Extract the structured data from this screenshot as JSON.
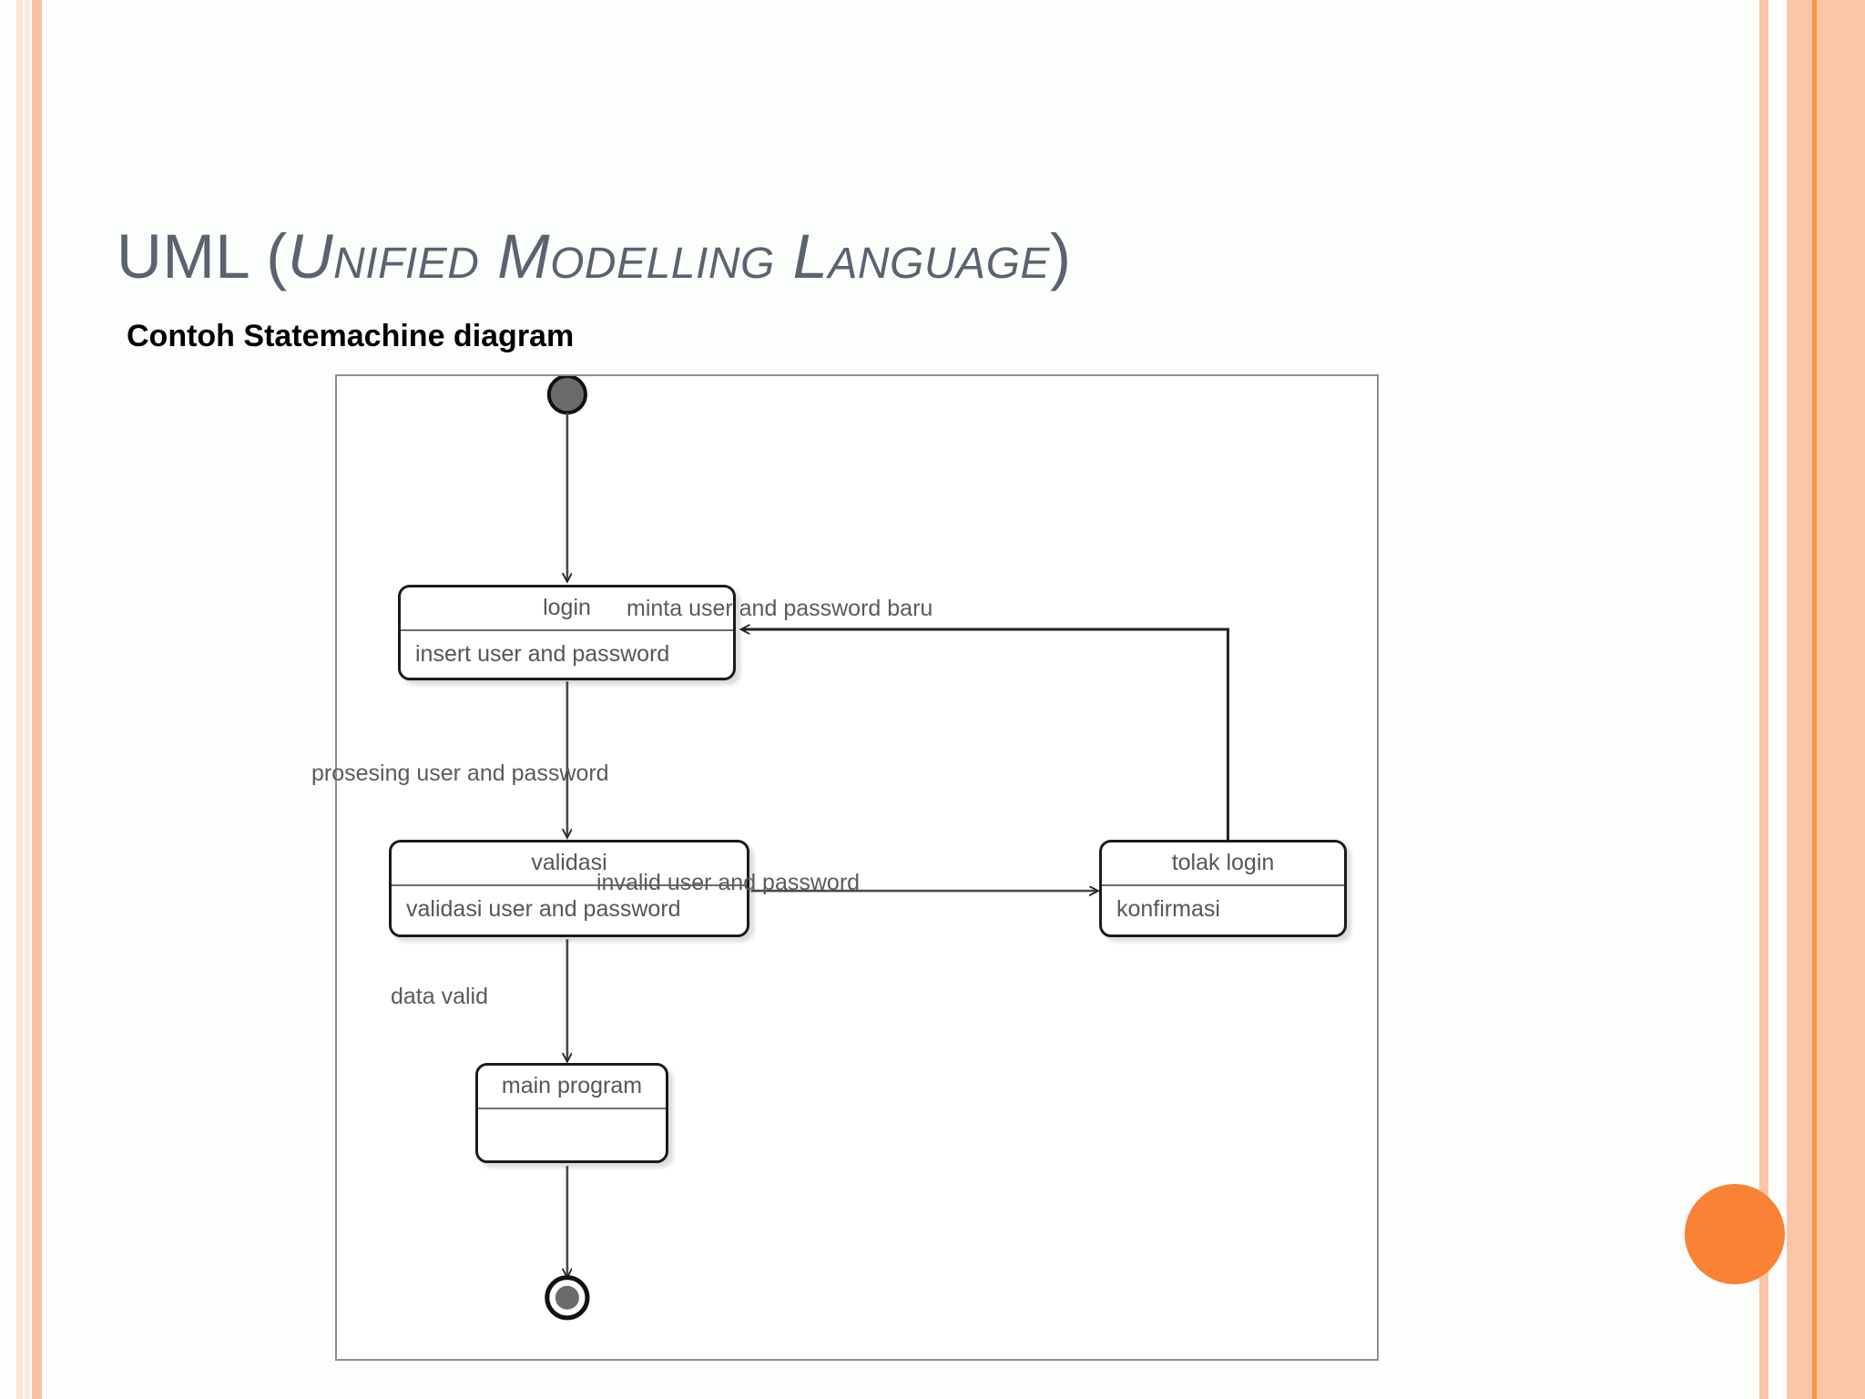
{
  "slide": {
    "title_main": "UML (",
    "title_smallcaps": "Unified Modelling Language",
    "title_close": ")",
    "subtitle": "Contoh Statemachine diagram",
    "accent_color": "#f98235",
    "border_color": "#fbc5a8",
    "title_color": "#5b6270",
    "background": "#fcfefb"
  },
  "diagram": {
    "kind": "uml-statemachine",
    "nodes": [
      {
        "id": "initial",
        "type": "initial-state",
        "label": ""
      },
      {
        "id": "login",
        "type": "state",
        "name": "login",
        "body": "insert user and password"
      },
      {
        "id": "validasi",
        "type": "state",
        "name": "validasi",
        "body": "validasi user and password"
      },
      {
        "id": "tolak",
        "type": "state",
        "name": "tolak login",
        "body": "konfirmasi"
      },
      {
        "id": "main",
        "type": "state",
        "name": "main program",
        "body": ""
      },
      {
        "id": "final",
        "type": "final-state",
        "label": ""
      }
    ],
    "transitions": [
      {
        "from": "initial",
        "to": "login",
        "label": ""
      },
      {
        "from": "login",
        "to": "validasi",
        "label": "prosesing user and password"
      },
      {
        "from": "validasi",
        "to": "tolak",
        "label": "invalid user and password"
      },
      {
        "from": "tolak",
        "to": "login",
        "label": "minta user and password baru"
      },
      {
        "from": "validasi",
        "to": "main",
        "label": "data valid"
      },
      {
        "from": "main",
        "to": "final",
        "label": ""
      }
    ]
  }
}
